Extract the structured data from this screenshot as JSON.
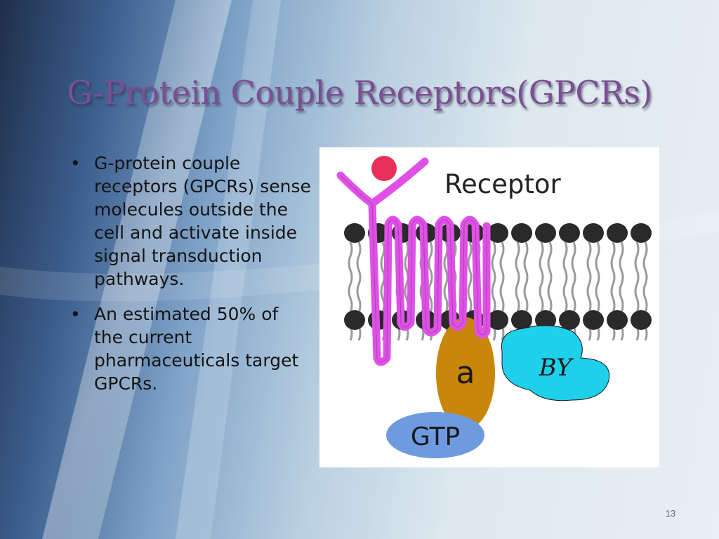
{
  "slide": {
    "title": "G-Protein Couple Receptors(GPCRs)",
    "bullets": [
      "G-protein couple receptors (GPCRs) sense molecules outside the cell and activate inside signal transduction pathways.",
      "An estimated 50% of the current pharmaceuticals target GPCRs."
    ],
    "bullet_glyph": "•",
    "page_number": "13"
  },
  "figure": {
    "labels": {
      "receptor": "Receptor",
      "alpha": "a",
      "beta_gamma": "BY",
      "gtp": "GTP"
    },
    "colors": {
      "receptor": "#e050e8",
      "ligand": "#e8305a",
      "alpha": "#c8860a",
      "beta_gamma": "#1ed0ea",
      "gtp": "#6e9ae0",
      "lipid_head": "#2a2a2a"
    }
  }
}
